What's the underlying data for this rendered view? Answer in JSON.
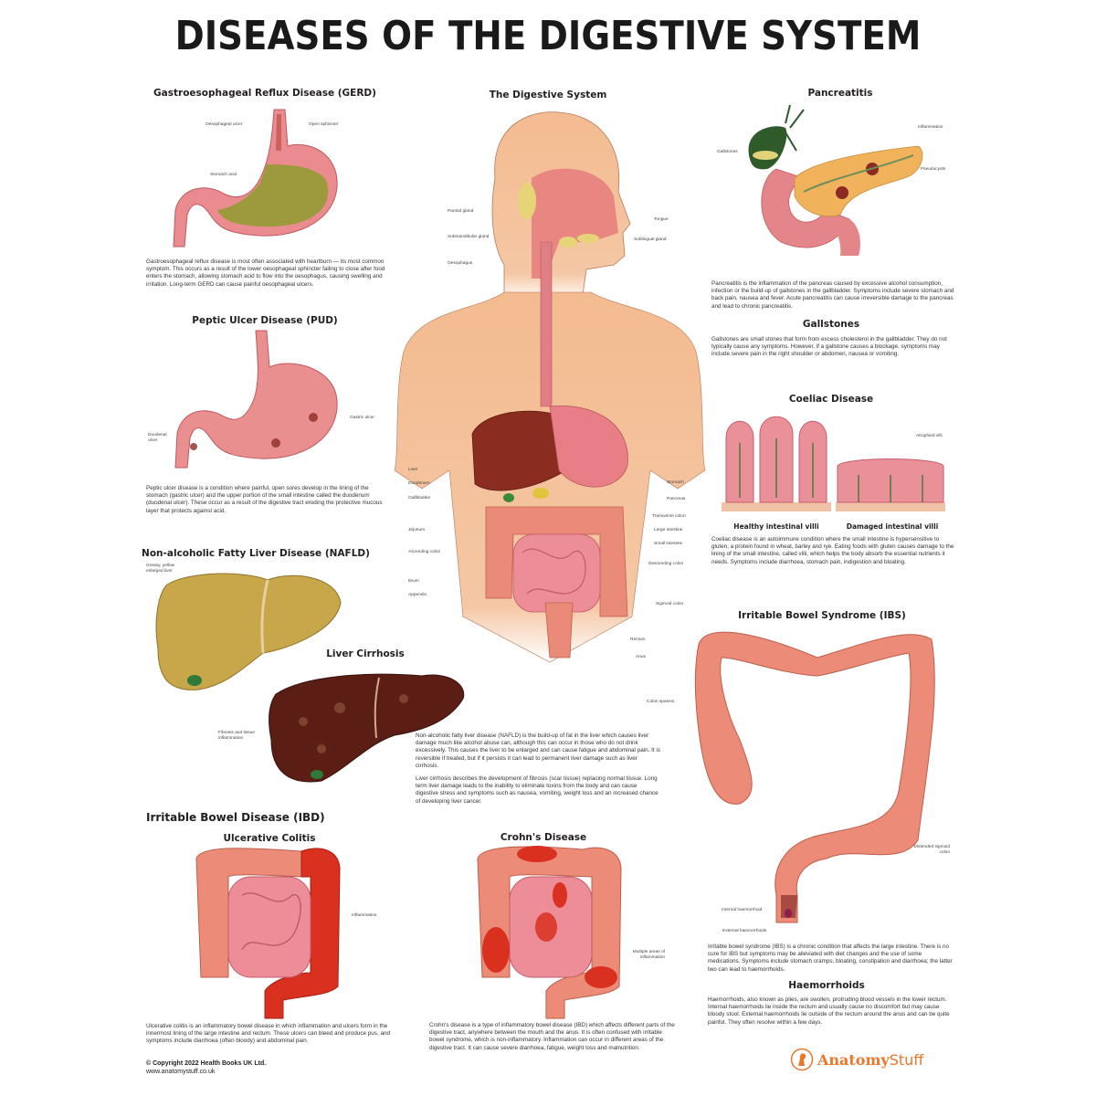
{
  "title": "DISEASES OF THE DIGESTIVE SYSTEM",
  "sections": {
    "gerd": {
      "title": "Gastroesophageal Reflux Disease (GERD)",
      "labels": [
        "Oesophageal ulcer",
        "Open sphincter",
        "Stomach acid"
      ],
      "text": "Gastroesophageal reflux disease is most often associated with heartburn — its most common symptom. This occurs as a result of the lower oesophageal sphincter failing to close after food enters the stomach, allowing stomach acid to flow into the oesophagus, causing swelling and irritation. Long-term GERD can cause painful oesophageal ulcers."
    },
    "pud": {
      "title": "Peptic Ulcer Disease (PUD)",
      "labels": [
        "Duodenal ulcer",
        "Gastric ulcer"
      ],
      "text": "Peptic ulcer disease is a condition where painful, open sores develop in the lining of the stomach (gastric ulcer) and the upper portion of the small intestine called the duodenum (duodenal ulcer). These occur as a result of the digestive tract eroding the protective mucous layer that protects against acid."
    },
    "digestive_system": {
      "title": "The Digestive System",
      "labels_left": [
        "Parotid gland",
        "Submandibular gland",
        "Oesophagus",
        "Liver",
        "Duodenum",
        "Gallbladder",
        "Jejunum",
        "Ascending colon",
        "Ileum",
        "Appendix"
      ],
      "labels_right": [
        "Tongue",
        "Sublingual gland",
        "Stomach",
        "Pancreas",
        "Transverse colon",
        "Large intestine",
        "Small intestine",
        "Descending colon",
        "Sigmoid colon",
        "Rectum",
        "Anus"
      ]
    },
    "pancreatitis": {
      "title": "Pancreatitis",
      "labels": [
        "Inflammation",
        "Gallstones",
        "Pseudocysts"
      ],
      "text": "Pancreatitis is the inflammation of the pancreas caused by excessive alcohol consumption, infection or the build-up of gallstones in the gallbladder. Symptoms include severe stomach and back pain, nausea and fever. Acute pancreatitis can cause irreversible damage to the pancreas and lead to chronic pancreatitis."
    },
    "gallstones": {
      "title": "Gallstones",
      "text": "Gallstones are small stones that form from excess cholesterol in the gallbladder. They do not typically cause any symptoms. However, if a gallstone causes a blockage, symptoms may include severe pain in the right shoulder or abdomen, nausea or vomiting."
    },
    "coeliac": {
      "title": "Coeliac Disease",
      "labels": [
        "Atrophied villi"
      ],
      "caption_healthy": "Healthy intestinal villi",
      "caption_damaged": "Damaged intestinal villi",
      "text": "Coeliac disease is an autoimmune condition where the small intestine is hypersensitive to gluten, a protein found in wheat, barley and rye. Eating foods with gluten causes damage to the lining of the small intestine, called villi, which helps the body absorb the essential nutrients it needs. Symptoms include diarrhoea, stomach pain, indigestion and bloating."
    },
    "nafld": {
      "title": "Non-alcoholic Fatty Liver Disease (NAFLD)",
      "labels": [
        "Greasy, yellow enlarged liver"
      ],
      "text": "Non-alcoholic fatty liver disease (NAFLD) is the build-up of fat in the liver which causes liver damage much like alcohol abuse can, although this can occur in those who do not drink excessively. This causes the liver to be enlarged and can cause fatigue and abdominal pain. It is reversible if treated, but if it persists it can lead to permanent liver damage such as liver cirrhosis."
    },
    "cirrhosis": {
      "title": "Liver Cirrhosis",
      "labels": [
        "Fibrosis and tissue inflammation"
      ],
      "text": "Liver cirrhosis describes the development of fibrosis (scar tissue) replacing normal tissue. Long term liver damage leads to the inability to eliminate toxins from the body and can cause digestive stress and symptoms such as nausea, vomiting, weight loss and an increased chance of developing liver cancer."
    },
    "ibs": {
      "title": "Irritable Bowel Syndrome (IBS)",
      "labels": [
        "Colon spasms",
        "Distended sigmoid colon",
        "Internal haemorrhoid",
        "External haemorrhoids"
      ],
      "text": "Irritable bowel syndrome (IBS) is a chronic condition that affects the large intestine. There is no cure for IBS but symptoms may be alleviated with diet changes and the use of some medications. Symptoms include stomach cramps, bloating, constipation and diarrhoea; the latter two can lead to haemorrhoids."
    },
    "haemorrhoids": {
      "title": "Haemorrhoids",
      "text": "Haemorrhoids, also known as piles, are swollen, protruding blood vessels in the lower rectum. Internal haemorrhoids lie inside the rectum and usually cause no discomfort but may cause bloody stool. External haemorrhoids lie outside of the rectum around the anus and can be quite painful. They often resolve within a few days."
    },
    "ibd": {
      "title": "Irritable Bowel Disease (IBD)",
      "ulcerative_colitis": {
        "title": "Ulcerative Colitis",
        "labels": [
          "Inflammation"
        ],
        "text": "Ulcerative colitis is an inflammatory bowel disease in which inflammation and ulcers form in the innermost lining of the large intestine and rectum. These ulcers can bleed and produce pus, and symptoms include diarrhoea (often bloody) and abdominal pain."
      },
      "crohns": {
        "title": "Crohn's Disease",
        "labels": [
          "Multiple areas of inflammation"
        ],
        "text": "Crohn's disease is a type of inflammatory bowel disease (IBD) which affects different parts of the digestive tract, anywhere between the mouth and the anus. It is often confused with irritable bowel syndrome, which is non-inflammatory. Inflammation can occur in different areas of the digestive tract. It can cause severe diarrhoea, fatigue, weight loss and malnutrition."
      }
    }
  },
  "footer": {
    "copyright": "© Copyright 2022 Health Books UK Ltd.",
    "website": "www.anatomystuff.co.uk",
    "logo_bold": "Anatomy",
    "logo_light": "Stuff"
  },
  "colors": {
    "skin": "#f2b98f",
    "organ_pink": "#e8838a",
    "colon": "#ec8c78",
    "inflamed": "#d9301f",
    "fatty_liver": "#c9a84a",
    "cirrhosis": "#5a1e14",
    "gallbladder": "#2f5a2a",
    "logo_orange": "#e8782b"
  }
}
